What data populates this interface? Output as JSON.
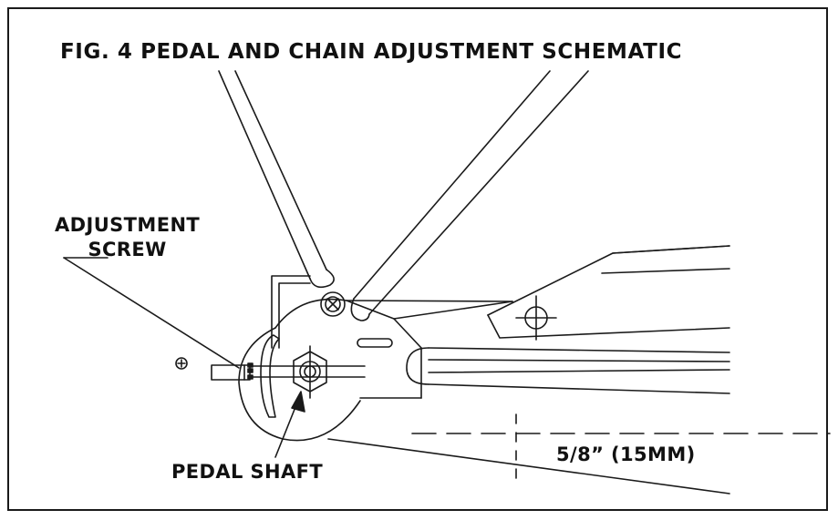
{
  "figure": {
    "title": "FIG. 4 PEDAL AND CHAIN ADJUSTMENT SCHEMATIC"
  },
  "callouts": {
    "adjustment_screw": [
      "ADJUSTMENT",
      "SCREW"
    ],
    "pedal_shaft": "PEDAL SHAFT",
    "dimension": "5/8” (15MM)"
  },
  "colors": {
    "line": "#1a1a1a",
    "background": "#ffffff"
  }
}
